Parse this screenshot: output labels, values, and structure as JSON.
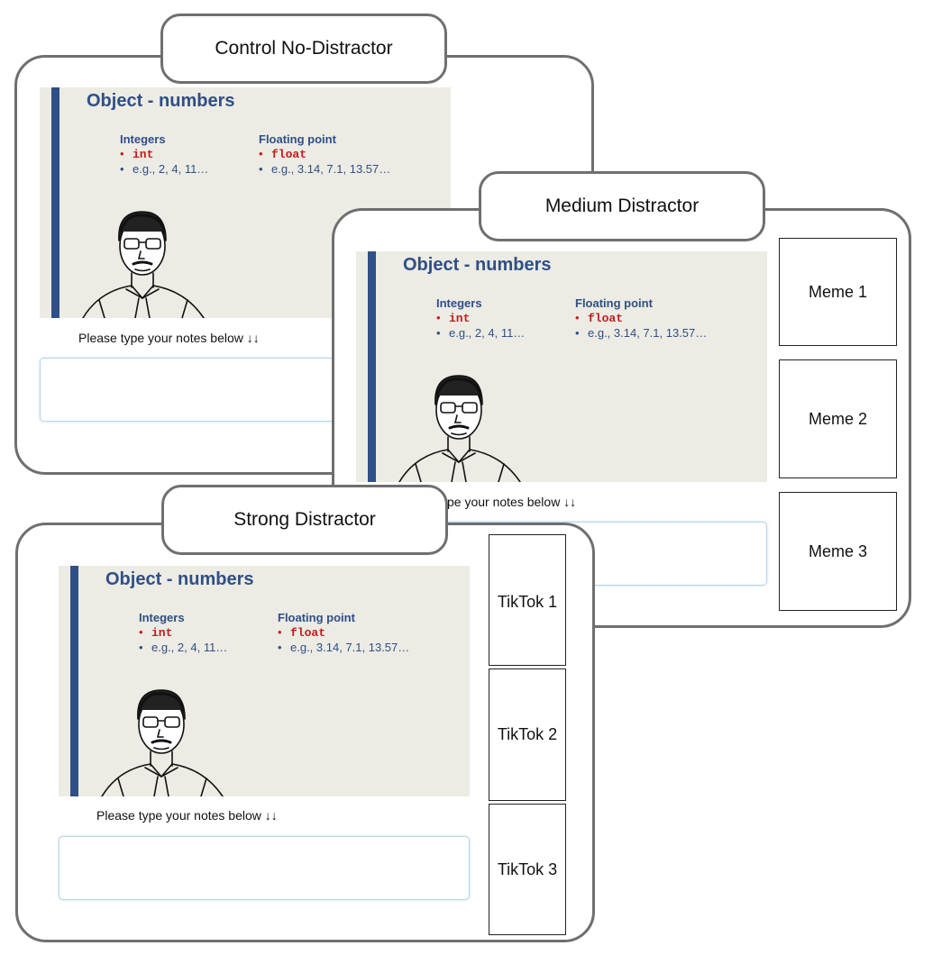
{
  "panels": {
    "control": {
      "title": "Control No-Distractor"
    },
    "medium": {
      "title": "Medium Distractor",
      "distractors": [
        "Meme 1",
        "Meme 2",
        "Meme 3"
      ]
    },
    "strong": {
      "title": "Strong Distractor",
      "distractors": [
        "TikTok 1",
        "TikTok 2",
        "TikTok 3"
      ]
    }
  },
  "slide": {
    "title": "Object - numbers",
    "integers": {
      "heading": "Integers",
      "keyword": "int",
      "example": "e.g., 2, 4, 11…"
    },
    "floats": {
      "heading": "Floating point",
      "keyword": "float",
      "example": "e.g., 3.14, 7.1, 13.57…"
    }
  },
  "notes": {
    "label": "Please type your notes below ↓↓",
    "partial_label": "pe your notes below ↓↓"
  },
  "colors": {
    "slide_bg": "#ecebe4",
    "accent_blue": "#2f4f86",
    "keyword_red": "#c21d1d",
    "panel_border": "#6f6f6f"
  }
}
